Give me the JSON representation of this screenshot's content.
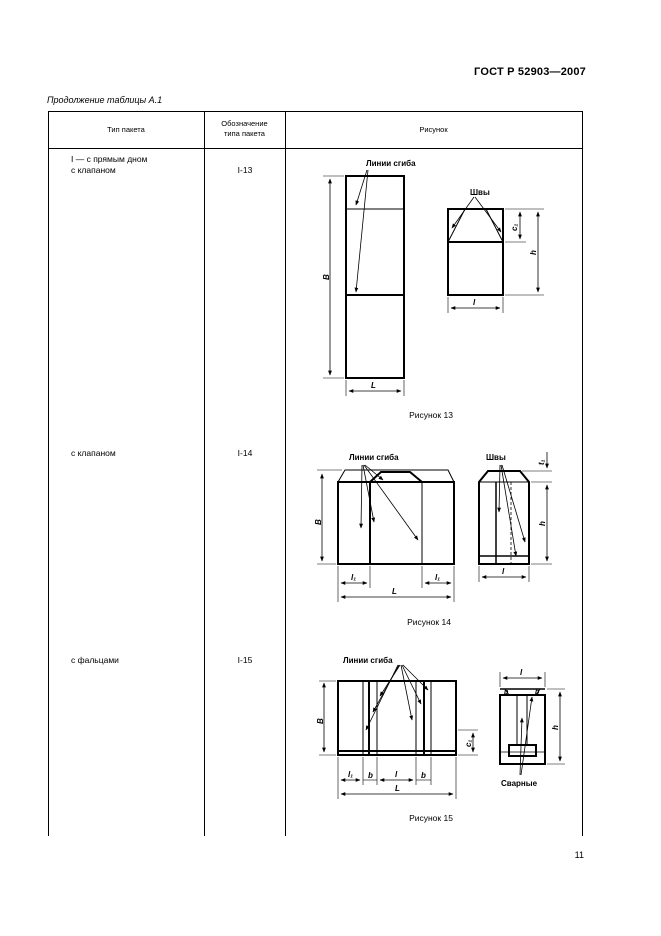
{
  "header": {
    "doc_number": "ГОСТ Р 52903—2007"
  },
  "table_caption": "Продолжение таблицы А.1",
  "columns": [
    "Тип пакета",
    "Обозначение\nтипа пакета",
    "Рисунок"
  ],
  "rows": [
    {
      "type_line1": "I — с прямым дном",
      "type_line2": "с клапаном",
      "code": "I-13",
      "figure_caption": "Рисунок 13",
      "labels": {
        "fold_lines": "Линии сгиба",
        "seams": "Швы",
        "B": "B",
        "L": "L",
        "l": "l",
        "h": "h",
        "c1": "c₁"
      }
    },
    {
      "type_line1": "с клапаном",
      "code": "I-14",
      "figure_caption": "Рисунок 14",
      "labels": {
        "fold_lines": "Линии сгиба",
        "seams": "Швы",
        "B": "B",
        "L": "L",
        "l1a": "l₁",
        "l1b": "l₁",
        "l": "l",
        "h": "h",
        "t": "t₁"
      }
    },
    {
      "type_line1": "с фальцами",
      "code": "I-15",
      "figure_caption": "Рисунок 15",
      "labels": {
        "fold_lines": "Линии сгиба",
        "seams": "Сварные",
        "B": "B",
        "L": "L",
        "l1": "l₁",
        "b1": "b",
        "l": "l",
        "b2": "b",
        "l_top": "l",
        "h": "h",
        "c1": "c₁",
        "b_top1": "b",
        "b_top2": "b"
      }
    }
  ],
  "footer": {
    "page_number": "11"
  }
}
